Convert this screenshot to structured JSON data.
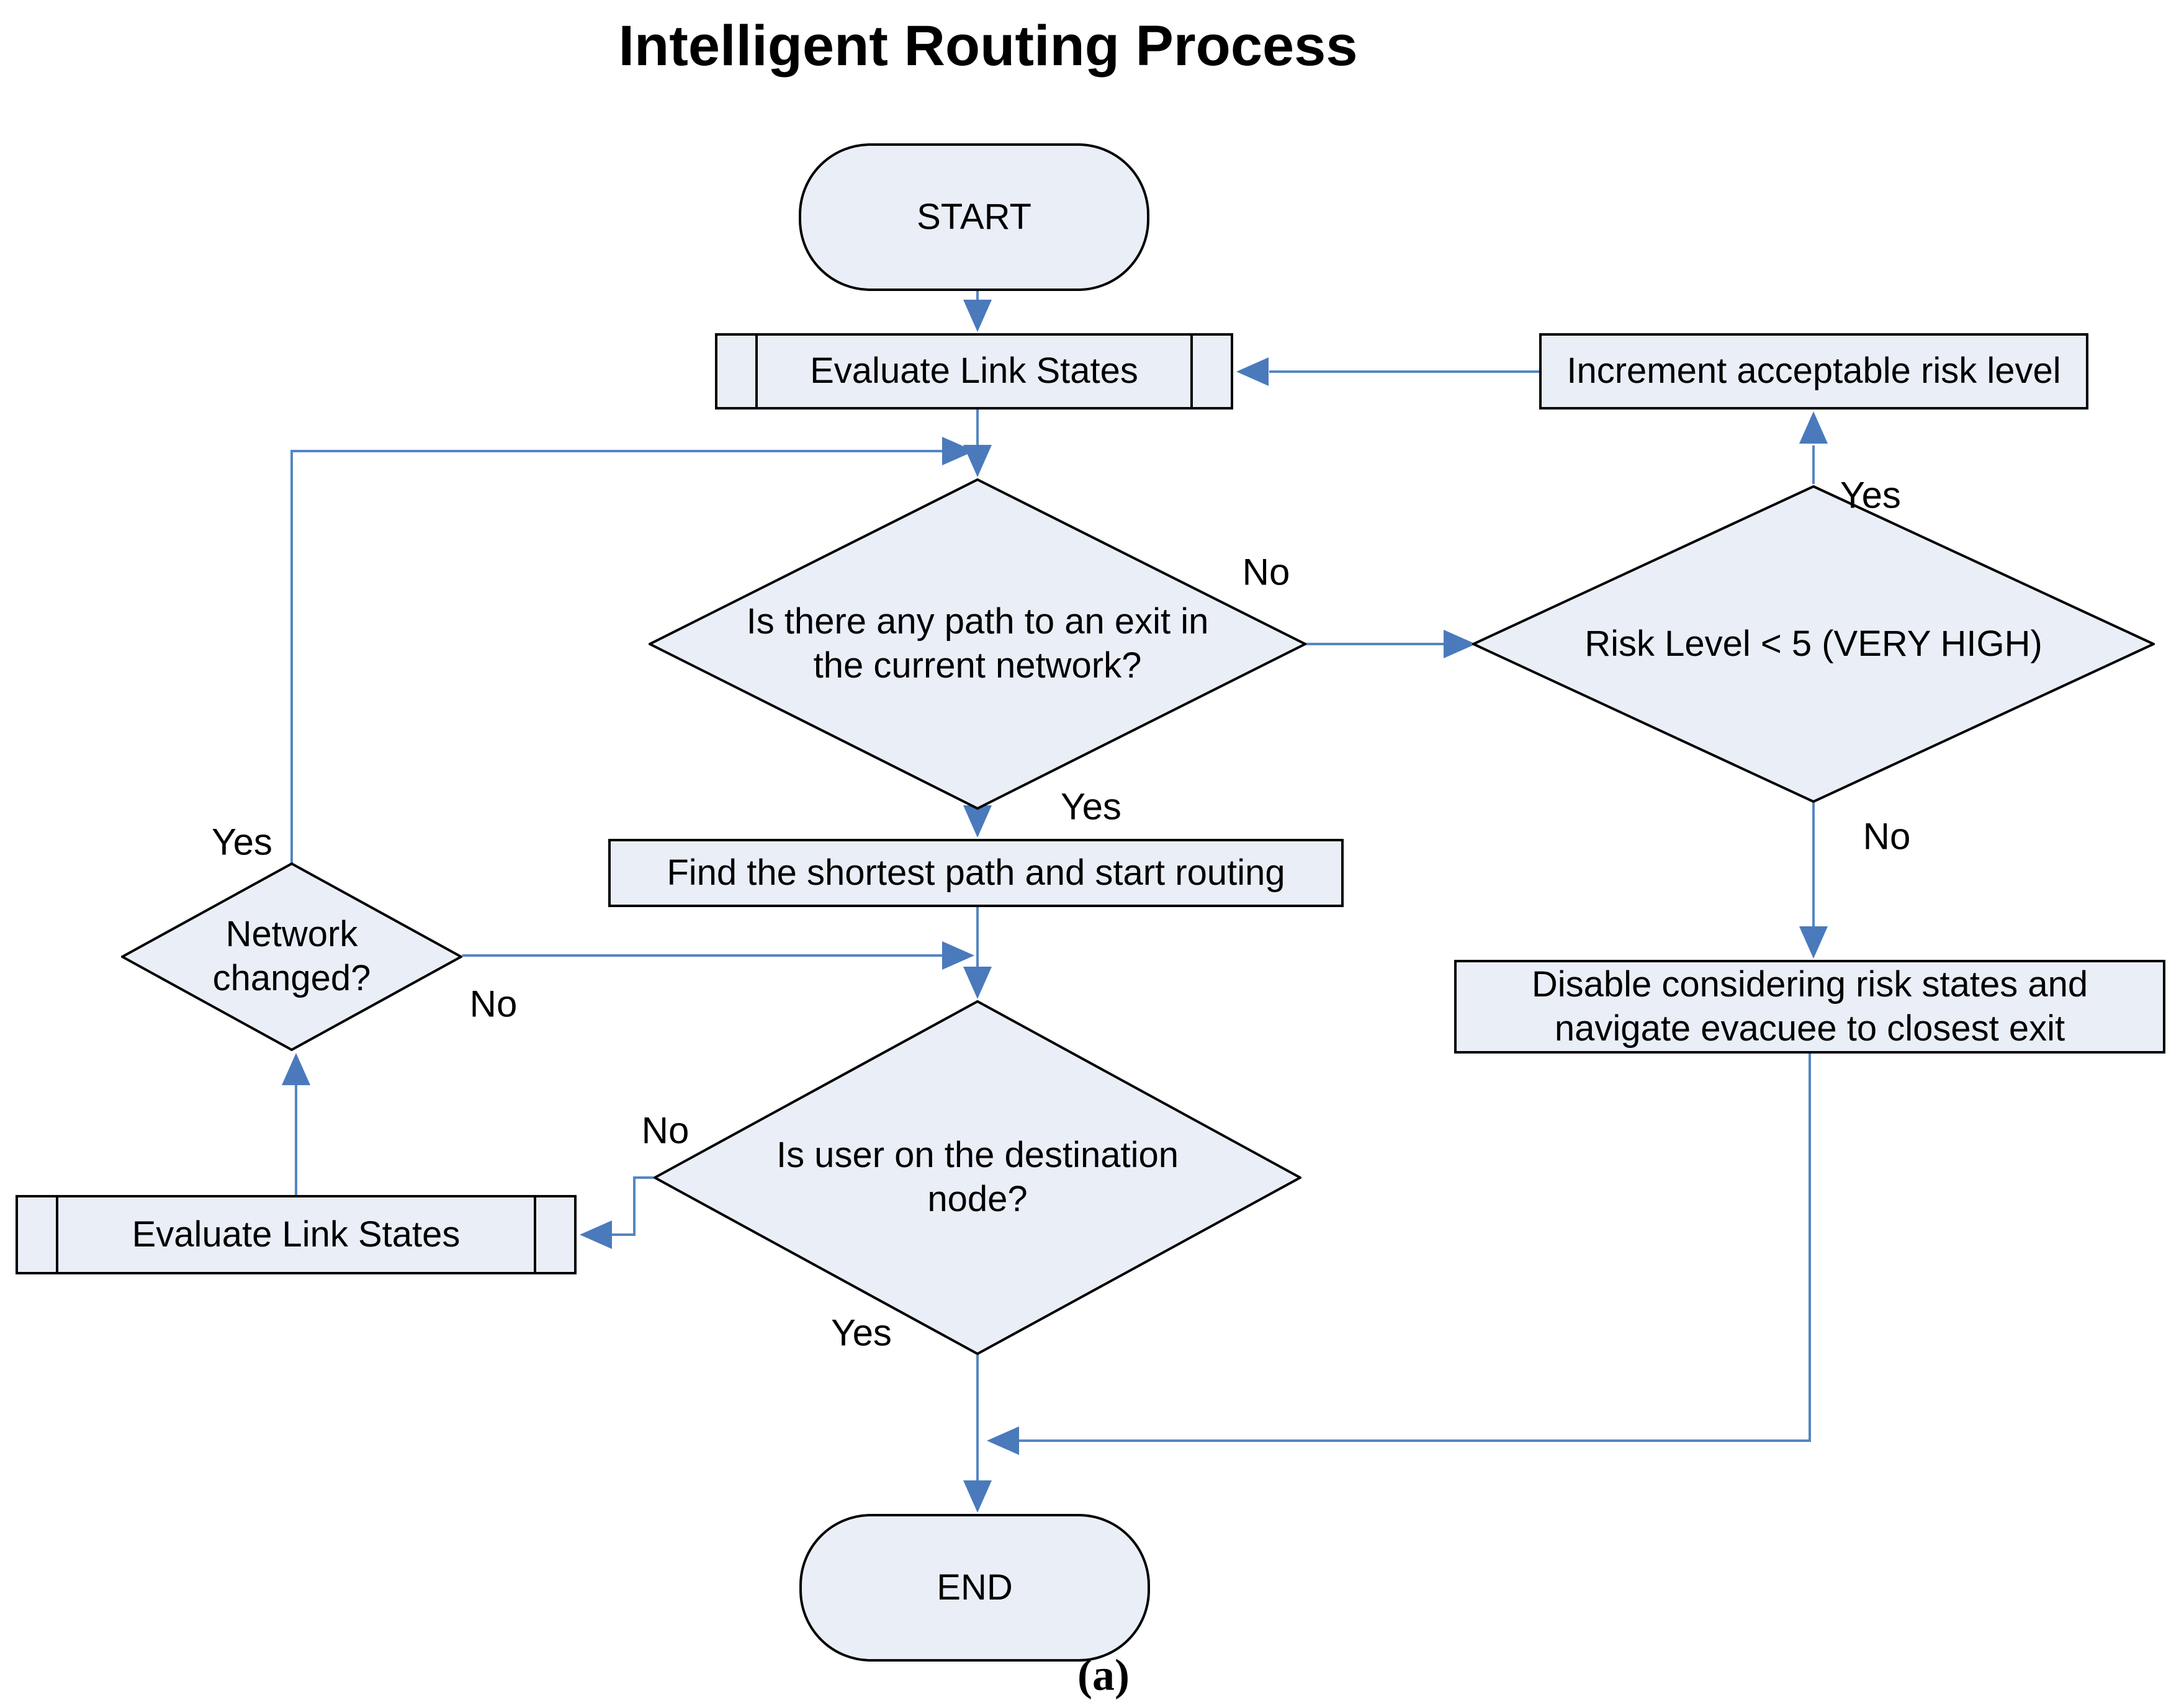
{
  "title": "Intelligent Routing Process",
  "caption": "(a)",
  "colors": {
    "node_fill": "#e9eef7",
    "node_border": "#000000",
    "connector_line": "#5585c2",
    "arrowhead": "#4a7abc",
    "text": "#000000"
  },
  "nodes": {
    "start": {
      "type": "terminator",
      "label": "START"
    },
    "evaluate_link_states_top": {
      "type": "predefined-process",
      "label": "Evaluate Link States"
    },
    "increment_risk": {
      "type": "process",
      "label": "Increment acceptable risk level"
    },
    "path_decision": {
      "type": "decision",
      "label": "Is there any path to an exit in\nthe current network?"
    },
    "risk_decision": {
      "type": "decision",
      "label": "Risk Level < 5 (VERY HIGH)"
    },
    "find_shortest_path": {
      "type": "process",
      "label": "Find the shortest path and start routing"
    },
    "disable_risk": {
      "type": "process",
      "label": "Disable considering risk states and\nnavigate evacuee to closest exit"
    },
    "network_decision": {
      "type": "decision",
      "label": "Network\nchanged?"
    },
    "evaluate_link_states_bottom": {
      "type": "predefined-process",
      "label": "Evaluate Link States"
    },
    "user_decision": {
      "type": "decision",
      "label": "Is user on the destination\nnode?"
    },
    "end": {
      "type": "terminator",
      "label": "END"
    }
  },
  "edge_labels": {
    "path_no": "No",
    "path_yes": "Yes",
    "risk_yes": "Yes",
    "risk_no": "No",
    "network_yes": "Yes",
    "network_no": "No",
    "user_no": "No",
    "user_yes": "Yes"
  }
}
